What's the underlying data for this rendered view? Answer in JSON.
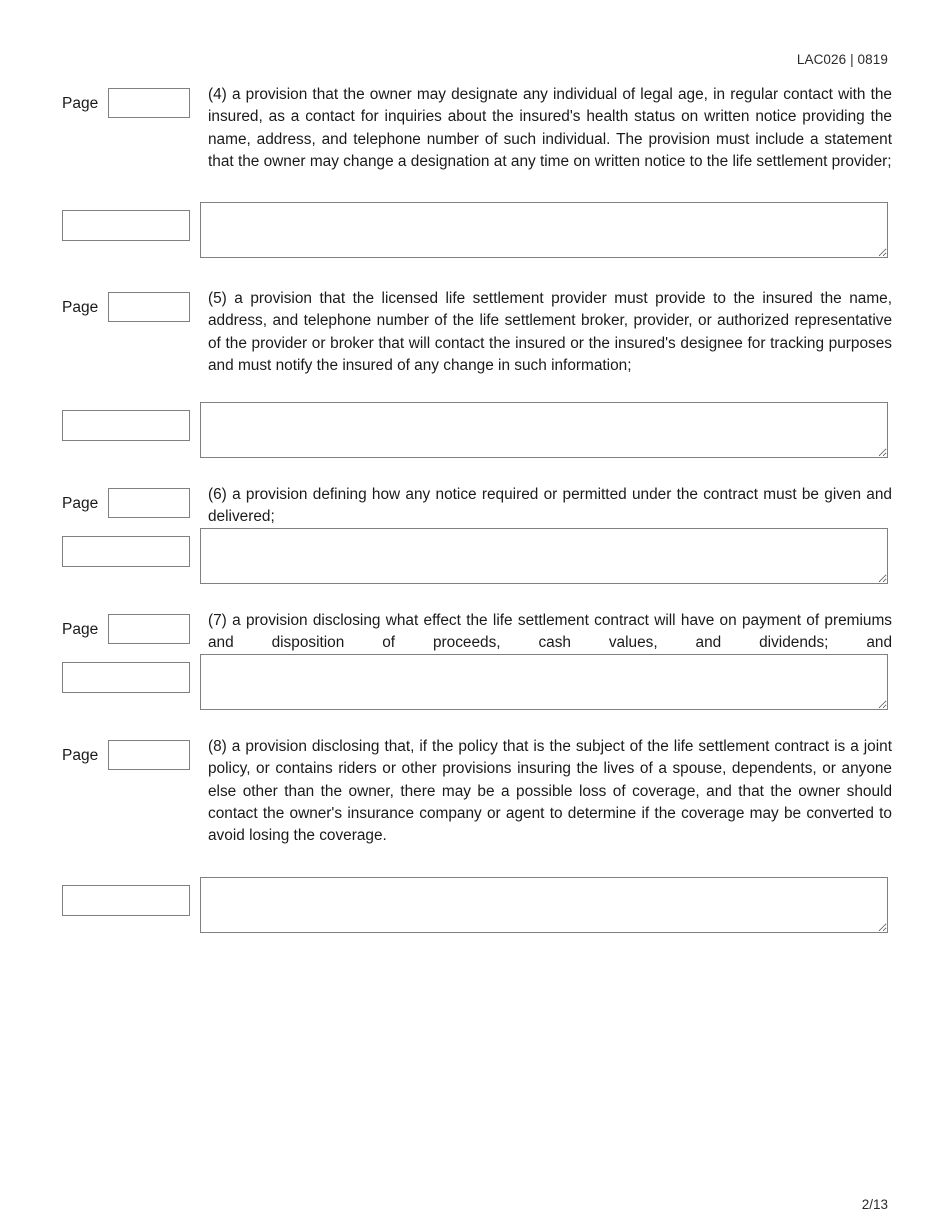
{
  "document": {
    "header_code": "LAC026 | 0819",
    "footer_page": "2/13",
    "page_label": "Page"
  },
  "sections": [
    {
      "id": "item-4",
      "page_label": "Page",
      "page_value": "",
      "page_placeholder": "",
      "paragraph": "(4) a provision that the owner may designate any individual of legal age, in regular contact with the insured, as a contact for inquiries about the insured's health status on written notice providing the name, address, and telephone number of such individual. The provision must include a statement that the owner may change a designation at any time on written notice to the life settlement provider;",
      "small_box_value": "",
      "comment_value": ""
    },
    {
      "id": "item-5",
      "page_label": "Page",
      "page_value": "",
      "page_placeholder": "",
      "paragraph": "(5) a provision that the licensed life settlement provider must provide to the insured the name, address, and telephone number of the life settlement broker, provider, or authorized representative of the provider or broker that will contact the insured or the insured's designee for tracking purposes and must notify the insured of any change in such information;",
      "small_box_value": "",
      "comment_value": ""
    },
    {
      "id": "item-6",
      "page_label": "Page",
      "page_value": "",
      "page_placeholder": "",
      "paragraph": "(6) a provision defining how any notice required or permitted under the contract must be given and delivered;",
      "small_box_value": "",
      "comment_value": ""
    },
    {
      "id": "item-7",
      "page_label": "Page",
      "page_value": "",
      "page_placeholder": "",
      "paragraph": "(7) a provision disclosing what effect the life settlement contract will have on payment of premiums and disposition of proceeds, cash values, and dividends; and",
      "small_box_value": "",
      "comment_value": ""
    },
    {
      "id": "item-8",
      "page_label": "Page",
      "page_value": "",
      "page_placeholder": "",
      "paragraph": "(8) a provision disclosing that, if the policy that is the subject of the life settlement contract is a joint policy, or contains riders or other provisions insuring the lives of a spouse, dependents, or anyone else other than the owner, there may be a possible loss of coverage, and that the owner should contact the owner's insurance company or agent to determine if the coverage may be converted to avoid losing the coverage.",
      "small_box_value": "",
      "comment_value": ""
    }
  ],
  "colors": {
    "field_border": "#808080",
    "text": "#1a1a1a",
    "page_background": "#ffffff"
  }
}
